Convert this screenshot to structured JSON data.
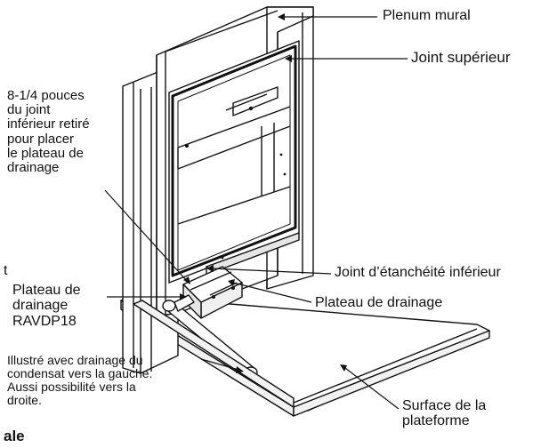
{
  "labels": {
    "plenum_mural": "Plenum mural",
    "joint_superieur": "Joint supérieur",
    "joint_retire": "8-1/4  pouces\ndu joint\ninférieur retiré\npour placer\nle plateau de\ndrainage",
    "joint_etancheite_inferieur": "Joint d’étanchéité inférieur",
    "plateau_drainage_left": "Plateau de\ndrainage\nRAVDP18",
    "plateau_drainage_right": "Plateau de drainage",
    "illustre_note": "Illustré avec drainage du\ncondensat vers la gauche.\nAussi possibilité vers la\ndroite.",
    "surface_plateforme": "Surface de la\nplateforme",
    "cut_left_char": "t",
    "cut_bottom_text": "ale"
  },
  "colors": {
    "line": "#111111",
    "fill": "#ffffff",
    "shade": "#e6e6e6"
  }
}
